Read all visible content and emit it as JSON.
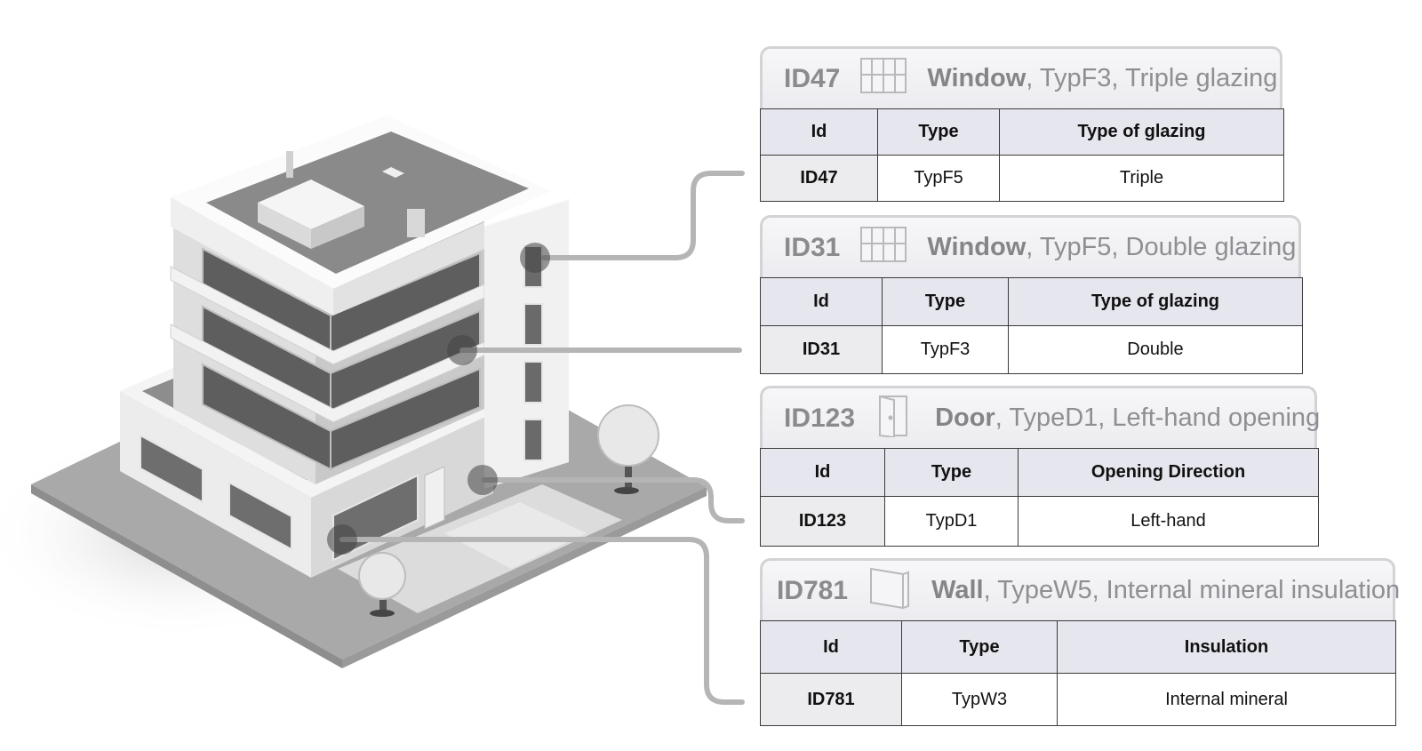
{
  "colors": {
    "header_bg": "#ececf0",
    "table_head_bg": "#e6e6ee",
    "connector": "#b7b7b7"
  },
  "cards": [
    {
      "id": "ID47",
      "icon": "window-icon",
      "name": "Window",
      "rest": ", TypF3, Triple glazing",
      "columns": [
        "Id",
        "Type",
        "Type of glazing"
      ],
      "row": [
        "ID47",
        "TypF5",
        "Triple"
      ]
    },
    {
      "id": "ID31",
      "icon": "window-icon",
      "name": "Window",
      "rest": ", TypF5, Double glazing",
      "columns": [
        "Id",
        "Type",
        "Type of glazing"
      ],
      "row": [
        "ID31",
        "TypF3",
        "Double"
      ]
    },
    {
      "id": "ID123",
      "icon": "door-icon",
      "name": "Door",
      "rest": ", TypeD1, Left-hand opening",
      "columns": [
        "Id",
        "Type",
        "Opening Direction"
      ],
      "row": [
        "ID123",
        "TypD1",
        "Left-hand"
      ]
    },
    {
      "id": "ID781",
      "icon": "wall-icon",
      "name": "Wall",
      "rest": ", TypeW5, Internal mineral insulation",
      "columns": [
        "Id",
        "Type",
        "Insulation"
      ],
      "row": [
        "ID781",
        "TypW3",
        "Internal mineral"
      ]
    }
  ]
}
